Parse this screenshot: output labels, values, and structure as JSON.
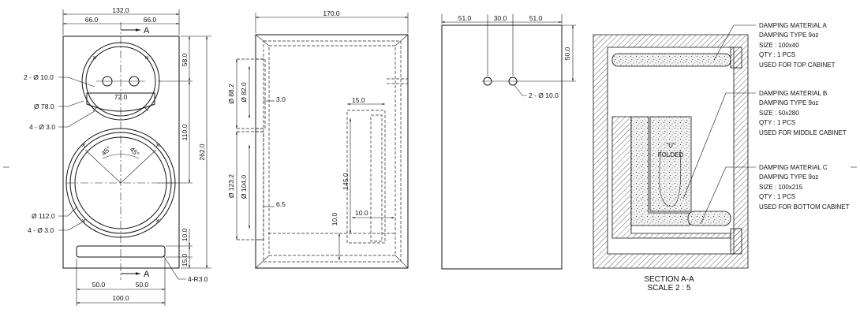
{
  "front_view": {
    "dims": {
      "overall_width": "132.0",
      "left_half": "66.0",
      "right_half": "66.0",
      "height": "262.0",
      "top_to_tweeter": "58.0",
      "tweeter_to_woofer": "110.0",
      "bottom_gap": "10.0",
      "base_height": "15.0",
      "base_width": "100.0",
      "base_left": "50.0",
      "base_right": "50.0",
      "tweeter_holes": "2 - Ø 10.0",
      "tweeter_dia": "Ø 78.0",
      "tweeter_screws": "4 - Ø 3.0",
      "tweeter_span": "72.0",
      "woofer_dia": "Ø 112.0",
      "woofer_screws": "4 - Ø 3.0",
      "angle_left": "45°",
      "angle_right": "45°",
      "corner_radius": "4-R3.0"
    },
    "section_mark_top": "A",
    "section_mark_bottom": "A"
  },
  "side_view": {
    "dims": {
      "depth": "170.0",
      "dia_88": "Ø 88.2",
      "dia_82": "Ø 82.0",
      "wall_3": "3.0",
      "dia_123": "Ø 123.2",
      "dia_104": "Ø 104.0",
      "wall_65": "6.5",
      "port_width": "15.0",
      "port_length": "145.0",
      "port_bottom": "10.0",
      "port_side": "10.0"
    }
  },
  "back_view": {
    "dims": {
      "left": "51.0",
      "mid": "30.0",
      "right": "51.0",
      "height": "50.0",
      "holes": "2 - Ø 10.0"
    }
  },
  "section": {
    "title": "SECTION A-A",
    "scale": "SCALE 2 : 5",
    "folded_label_1": "\"U\"",
    "folded_label_2": "FOLDED",
    "notes": [
      {
        "lines": [
          "DAMPING MATERIAL A",
          "DAMPING TYPE 9oz",
          "SIZE : 100x40",
          "QTY : 1 PCS",
          "USED FOR TOP CABINET"
        ]
      },
      {
        "lines": [
          "DAMPING MATERIAL B",
          "DAMPING TYPE 9oz",
          "SIZE : 50x280",
          "QTY : 1 PCS",
          "USED FOR MIDDLE CABINET"
        ]
      },
      {
        "lines": [
          "DAMPING MATERIAL C",
          "DAMPING TYPE 9oz",
          "SIZE : 100x215",
          "QTY : 1 PCS",
          "USED FOR BOTTOM CABINET"
        ]
      }
    ]
  }
}
